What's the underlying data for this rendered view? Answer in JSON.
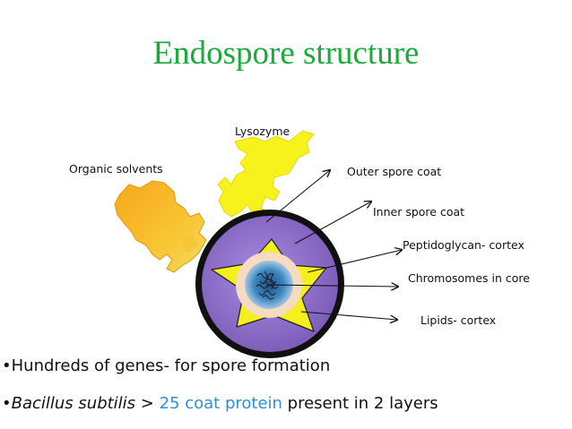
{
  "title": "Endospore structure",
  "labels": {
    "lysozyme": "Lysozyme",
    "organic_solvents": "Organic solvents",
    "outer_spore_coat": "Outer spore coat",
    "inner_spore_coat": "Inner spore coat",
    "peptidoglycan_cortex": "Peptidoglycan- cortex",
    "chromosomes_in_core": "Chromosomes in core",
    "lipids_cortex": "Lipids- cortex"
  },
  "bullets": {
    "b1": {
      "marker": "•",
      "text": "Hundreds of genes- for spore formation"
    },
    "b2": {
      "marker": "•",
      "species": "Bacillus subtilis",
      "gt": " > ",
      "count": "25",
      "coat_protein": " coat protein",
      "rest": " present in 2 layers"
    }
  },
  "colors": {
    "title": "#1aab3c",
    "highlight": "#2f8fd8",
    "outer_ring": "#111111",
    "spore_body": "#8a6cc6",
    "star": "#f2ee1e",
    "cortex_ring": "#f4dcc0",
    "core": "#3a7fb4",
    "lysozyme_shape": "#f5f220",
    "solvent_shape": "#f2b21c"
  }
}
